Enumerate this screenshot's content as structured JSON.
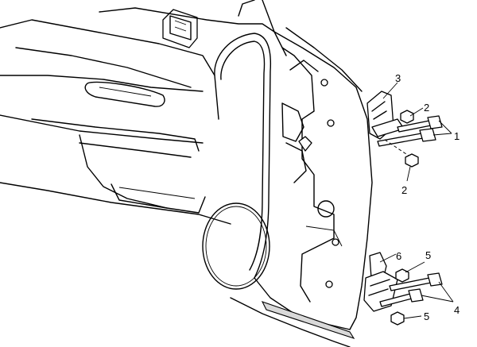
{
  "callouts": [
    {
      "id": "c1",
      "text": "1"
    },
    {
      "id": "c2a",
      "text": "2"
    },
    {
      "id": "c2b",
      "text": "2"
    },
    {
      "id": "c3",
      "text": "3"
    },
    {
      "id": "c4",
      "text": "4"
    },
    {
      "id": "c5a",
      "text": "5"
    },
    {
      "id": "c5b",
      "text": "5"
    },
    {
      "id": "c6",
      "text": "6"
    }
  ]
}
